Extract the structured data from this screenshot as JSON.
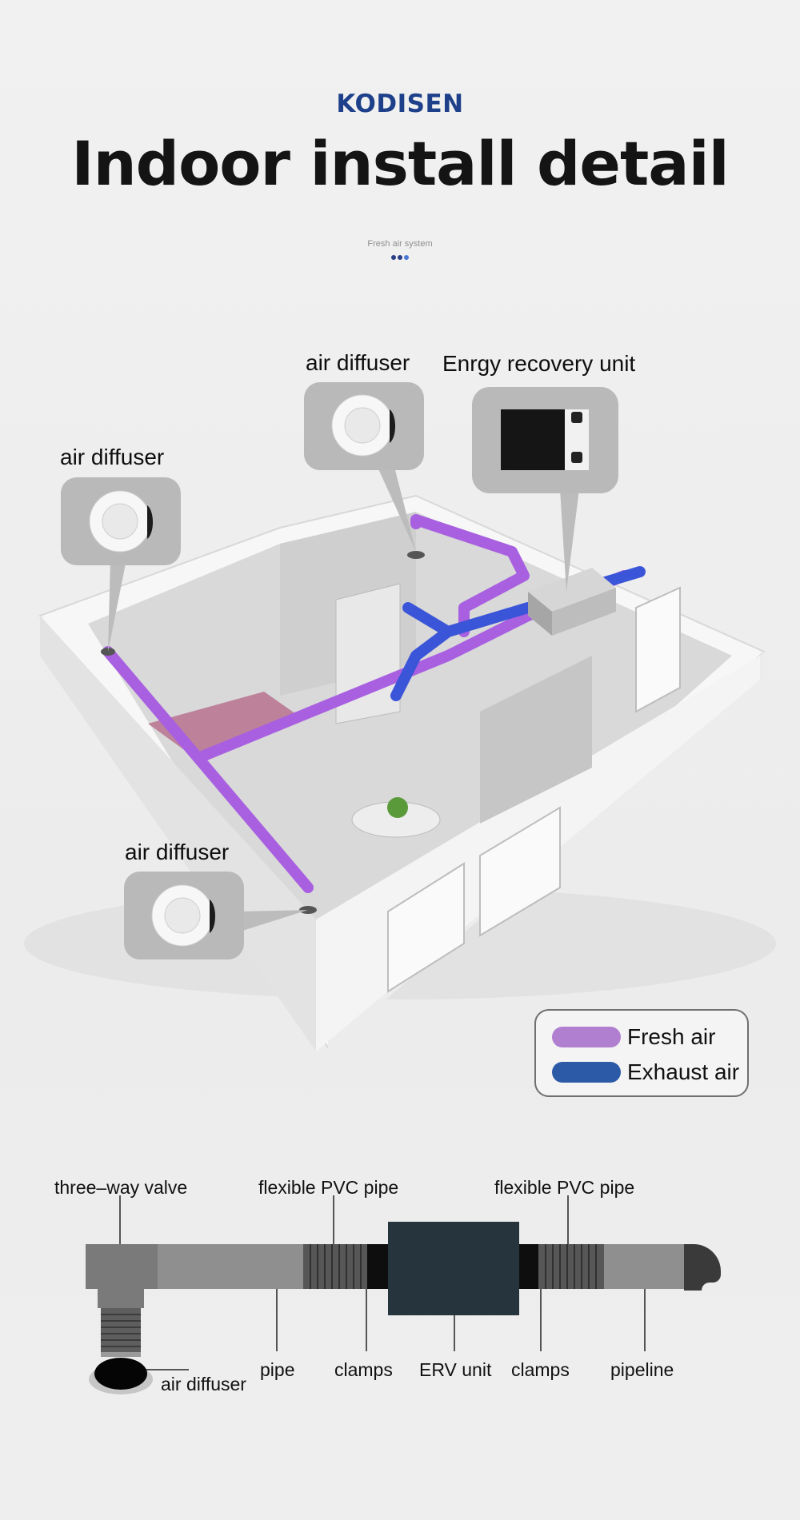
{
  "brand": "KODISEN",
  "title": "Indoor install detail",
  "subtitle": "Fresh air system",
  "callouts": {
    "diffuser_top": "air diffuser",
    "erv": "Enrgy recovery unit",
    "diffuser_left": "air diffuser",
    "diffuser_bottom": "air diffuser"
  },
  "legend": {
    "fresh": "Fresh air",
    "exhaust": "Exhaust air",
    "fresh_color": "#b07fd0",
    "exhaust_color": "#2c5aa6"
  },
  "diagram": {
    "three_way_valve": "three–way valve",
    "flex_pipe_left": "flexible PVC pipe",
    "flex_pipe_right": "flexible PVC pipe",
    "air_diffuser": "air diffuser",
    "pipe": "pipe",
    "clamps_left": "clamps",
    "erv_unit": "ERV unit",
    "clamps_right": "clamps",
    "pipeline": "pipeline"
  },
  "colors": {
    "fresh_pipe": "#a860e0",
    "exhaust_pipe": "#3b55d8",
    "erv_body": "#26353d",
    "brand": "#1e3f8a"
  }
}
